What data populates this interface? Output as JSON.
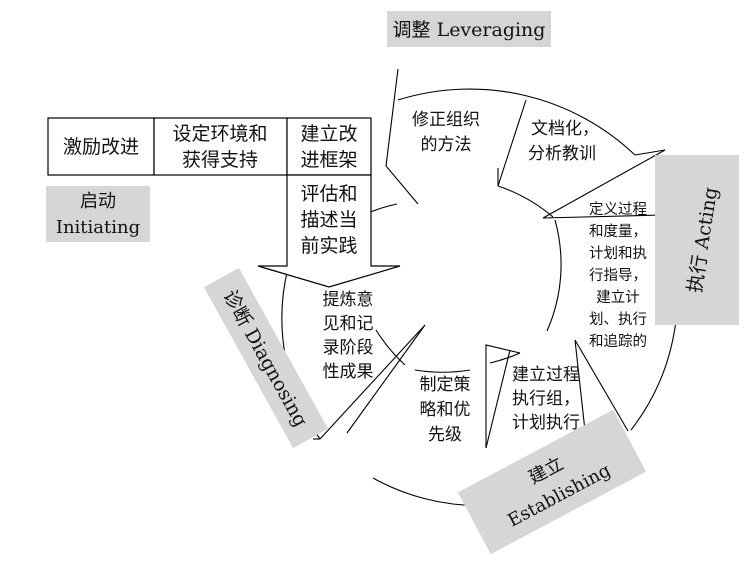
{
  "phases": {
    "initiating": [
      "启动",
      "Initiating"
    ],
    "diagnosing": "诊断 Diagnosing",
    "establishing": [
      "建立",
      "Establishing"
    ],
    "acting": "执行 Acting",
    "leveraging": "调整 Leveraging"
  },
  "initiating_steps": {
    "motivate": "激励改进",
    "context": [
      "设定环境和",
      "获得支持"
    ],
    "infrastructure": [
      "建立改",
      "进框架"
    ]
  },
  "cycle_steps": {
    "characterize": [
      "评估和",
      "描述当",
      "前实践"
    ],
    "recommendations": [
      "提炼意",
      "见和记",
      "录阶段",
      "性成果"
    ],
    "priorities": [
      "制定策",
      "略和优",
      "先级"
    ],
    "team": [
      "建立过程",
      "执行组，",
      "计划执行"
    ],
    "plan_actions": [
      "定义过程",
      "和度量，",
      "计划和执",
      "行指导，",
      "建立计",
      "划、执行",
      "和追踪的"
    ],
    "document": [
      "文档化，",
      "分析教训"
    ],
    "revise": [
      "修正组织",
      "的方法"
    ]
  }
}
